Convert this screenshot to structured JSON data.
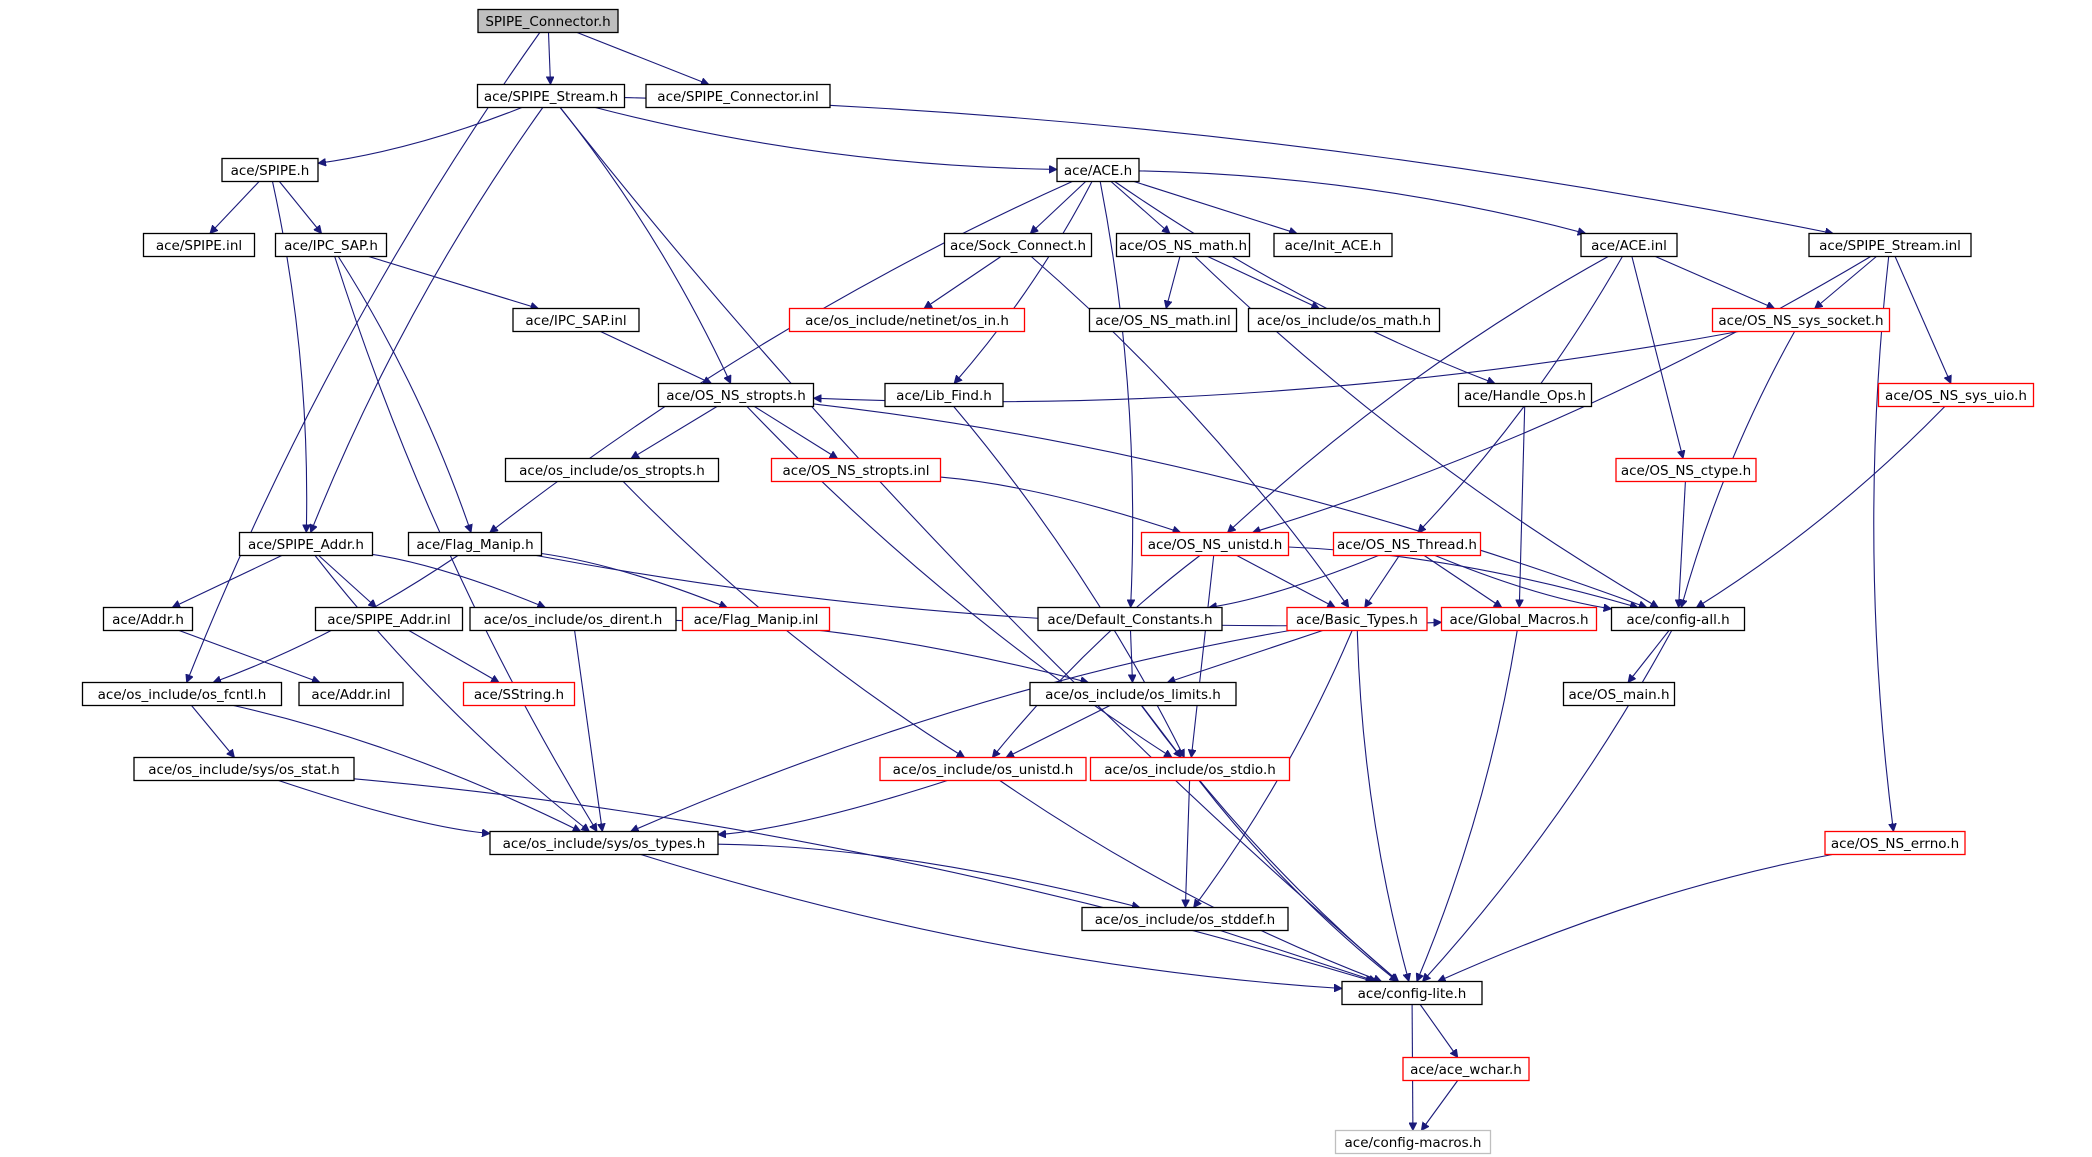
{
  "graph": {
    "colors": {
      "edge": "#1a1a7a",
      "normal": "#000000",
      "truncated": "#ff0000",
      "external": "#bfbfbf",
      "root_fill": "#bfbfbf"
    },
    "nodes": [
      {
        "id": "root",
        "label": "SPIPE_Connector.h",
        "kind": "root"
      },
      {
        "id": "spipe_stream_h",
        "label": "ace/SPIPE_Stream.h",
        "kind": "normal"
      },
      {
        "id": "spipe_connector_inl",
        "label": "ace/SPIPE_Connector.inl",
        "kind": "normal"
      },
      {
        "id": "spipe_h",
        "label": "ace/SPIPE.h",
        "kind": "normal"
      },
      {
        "id": "ace_h",
        "label": "ace/ACE.h",
        "kind": "normal"
      },
      {
        "id": "spipe_inl",
        "label": "ace/SPIPE.inl",
        "kind": "normal"
      },
      {
        "id": "ipc_sap_h",
        "label": "ace/IPC_SAP.h",
        "kind": "normal"
      },
      {
        "id": "sock_connect_h",
        "label": "ace/Sock_Connect.h",
        "kind": "normal"
      },
      {
        "id": "os_ns_math_h",
        "label": "ace/OS_NS_math.h",
        "kind": "normal"
      },
      {
        "id": "init_ace_h",
        "label": "ace/Init_ACE.h",
        "kind": "normal"
      },
      {
        "id": "ace_inl",
        "label": "ace/ACE.inl",
        "kind": "normal"
      },
      {
        "id": "spipe_stream_inl",
        "label": "ace/SPIPE_Stream.inl",
        "kind": "normal"
      },
      {
        "id": "ipc_sap_inl",
        "label": "ace/IPC_SAP.inl",
        "kind": "normal"
      },
      {
        "id": "netinet_in_h",
        "label": "ace/os_include/netinet/os_in.h",
        "kind": "truncated"
      },
      {
        "id": "os_ns_math_inl",
        "label": "ace/OS_NS_math.inl",
        "kind": "normal"
      },
      {
        "id": "os_math_h",
        "label": "ace/os_include/os_math.h",
        "kind": "normal"
      },
      {
        "id": "os_ns_sys_socket_h",
        "label": "ace/OS_NS_sys_socket.h",
        "kind": "truncated"
      },
      {
        "id": "os_ns_stropts_h",
        "label": "ace/OS_NS_stropts.h",
        "kind": "normal"
      },
      {
        "id": "lib_find_h",
        "label": "ace/Lib_Find.h",
        "kind": "normal"
      },
      {
        "id": "handle_ops_h",
        "label": "ace/Handle_Ops.h",
        "kind": "normal"
      },
      {
        "id": "os_ns_sys_uio_h",
        "label": "ace/OS_NS_sys_uio.h",
        "kind": "truncated"
      },
      {
        "id": "os_stropts_h",
        "label": "ace/os_include/os_stropts.h",
        "kind": "normal"
      },
      {
        "id": "os_ns_stropts_inl",
        "label": "ace/OS_NS_stropts.inl",
        "kind": "truncated"
      },
      {
        "id": "os_ns_ctype_h",
        "label": "ace/OS_NS_ctype.h",
        "kind": "truncated"
      },
      {
        "id": "spipe_addr_h",
        "label": "ace/SPIPE_Addr.h",
        "kind": "normal"
      },
      {
        "id": "flag_manip_h",
        "label": "ace/Flag_Manip.h",
        "kind": "normal"
      },
      {
        "id": "os_ns_unistd_h",
        "label": "ace/OS_NS_unistd.h",
        "kind": "truncated"
      },
      {
        "id": "os_ns_thread_h",
        "label": "ace/OS_NS_Thread.h",
        "kind": "truncated"
      },
      {
        "id": "addr_h",
        "label": "ace/Addr.h",
        "kind": "normal"
      },
      {
        "id": "spipe_addr_inl",
        "label": "ace/SPIPE_Addr.inl",
        "kind": "normal"
      },
      {
        "id": "os_dirent_h",
        "label": "ace/os_include/os_dirent.h",
        "kind": "normal"
      },
      {
        "id": "flag_manip_inl",
        "label": "ace/Flag_Manip.inl",
        "kind": "truncated"
      },
      {
        "id": "default_constants_h",
        "label": "ace/Default_Constants.h",
        "kind": "normal"
      },
      {
        "id": "basic_types_h",
        "label": "ace/Basic_Types.h",
        "kind": "truncated"
      },
      {
        "id": "global_macros_h",
        "label": "ace/Global_Macros.h",
        "kind": "truncated"
      },
      {
        "id": "config_all_h",
        "label": "ace/config-all.h",
        "kind": "normal"
      },
      {
        "id": "os_fcntl_h",
        "label": "ace/os_include/os_fcntl.h",
        "kind": "normal"
      },
      {
        "id": "addr_inl",
        "label": "ace/Addr.inl",
        "kind": "normal"
      },
      {
        "id": "sstring_h",
        "label": "ace/SString.h",
        "kind": "truncated"
      },
      {
        "id": "os_limits_h",
        "label": "ace/os_include/os_limits.h",
        "kind": "normal"
      },
      {
        "id": "os_main_h",
        "label": "ace/OS_main.h",
        "kind": "normal"
      },
      {
        "id": "sys_os_stat_h",
        "label": "ace/os_include/sys/os_stat.h",
        "kind": "normal"
      },
      {
        "id": "os_unistd_h",
        "label": "ace/os_include/os_unistd.h",
        "kind": "truncated"
      },
      {
        "id": "os_stdio_h",
        "label": "ace/os_include/os_stdio.h",
        "kind": "truncated"
      },
      {
        "id": "sys_os_types_h",
        "label": "ace/os_include/sys/os_types.h",
        "kind": "normal"
      },
      {
        "id": "os_ns_errno_h",
        "label": "ace/OS_NS_errno.h",
        "kind": "truncated"
      },
      {
        "id": "os_stddef_h",
        "label": "ace/os_include/os_stddef.h",
        "kind": "normal"
      },
      {
        "id": "config_lite_h",
        "label": "ace/config-lite.h",
        "kind": "normal"
      },
      {
        "id": "ace_wchar_h",
        "label": "ace/ace_wchar.h",
        "kind": "truncated"
      },
      {
        "id": "config_macros_h",
        "label": "ace/config-macros.h",
        "kind": "external"
      }
    ],
    "edges": [
      [
        "root",
        "spipe_stream_h"
      ],
      [
        "root",
        "spipe_connector_inl"
      ],
      [
        "root",
        "os_fcntl_h"
      ],
      [
        "spipe_stream_h",
        "spipe_h"
      ],
      [
        "spipe_stream_h",
        "ace_h"
      ],
      [
        "spipe_stream_h",
        "os_ns_stropts_h"
      ],
      [
        "spipe_stream_h",
        "spipe_addr_h"
      ],
      [
        "spipe_stream_h",
        "spipe_stream_inl"
      ],
      [
        "spipe_stream_h",
        "config_lite_h"
      ],
      [
        "spipe_h",
        "spipe_inl"
      ],
      [
        "spipe_h",
        "ipc_sap_h"
      ],
      [
        "spipe_h",
        "spipe_addr_h"
      ],
      [
        "ipc_sap_h",
        "ipc_sap_inl"
      ],
      [
        "ipc_sap_h",
        "flag_manip_h"
      ],
      [
        "ipc_sap_h",
        "sys_os_types_h"
      ],
      [
        "ipc_sap_inl",
        "os_ns_stropts_h"
      ],
      [
        "ace_h",
        "sock_connect_h"
      ],
      [
        "ace_h",
        "os_ns_math_h"
      ],
      [
        "ace_h",
        "init_ace_h"
      ],
      [
        "ace_h",
        "ace_inl"
      ],
      [
        "ace_h",
        "flag_manip_h"
      ],
      [
        "ace_h",
        "lib_find_h"
      ],
      [
        "ace_h",
        "handle_ops_h"
      ],
      [
        "ace_h",
        "default_constants_h"
      ],
      [
        "sock_connect_h",
        "netinet_in_h"
      ],
      [
        "sock_connect_h",
        "basic_types_h"
      ],
      [
        "os_ns_math_h",
        "os_ns_math_inl"
      ],
      [
        "os_ns_math_h",
        "os_math_h"
      ],
      [
        "os_ns_math_h",
        "config_all_h"
      ],
      [
        "ace_inl",
        "os_ns_sys_socket_h"
      ],
      [
        "ace_inl",
        "os_ns_unistd_h"
      ],
      [
        "ace_inl",
        "os_ns_thread_h"
      ],
      [
        "ace_inl",
        "os_ns_ctype_h"
      ],
      [
        "spipe_stream_inl",
        "os_ns_sys_socket_h"
      ],
      [
        "spipe_stream_inl",
        "os_ns_sys_uio_h"
      ],
      [
        "spipe_stream_inl",
        "os_ns_unistd_h"
      ],
      [
        "spipe_stream_inl",
        "os_ns_errno_h"
      ],
      [
        "os_ns_sys_socket_h",
        "os_ns_stropts_h"
      ],
      [
        "os_ns_sys_socket_h",
        "config_all_h"
      ],
      [
        "os_ns_sys_uio_h",
        "config_all_h"
      ],
      [
        "os_ns_ctype_h",
        "config_all_h"
      ],
      [
        "os_ns_stropts_h",
        "os_stropts_h"
      ],
      [
        "os_ns_stropts_h",
        "os_ns_stropts_inl"
      ],
      [
        "os_ns_stropts_h",
        "config_all_h"
      ],
      [
        "os_ns_stropts_h",
        "os_stdio_h"
      ],
      [
        "os_ns_stropts_inl",
        "os_ns_unistd_h"
      ],
      [
        "os_stropts_h",
        "os_unistd_h"
      ],
      [
        "lib_find_h",
        "os_stdio_h"
      ],
      [
        "handle_ops_h",
        "global_macros_h"
      ],
      [
        "spipe_addr_h",
        "addr_h"
      ],
      [
        "spipe_addr_h",
        "spipe_addr_inl"
      ],
      [
        "spipe_addr_h",
        "os_dirent_h"
      ],
      [
        "spipe_addr_h",
        "sys_os_types_h"
      ],
      [
        "addr_h",
        "addr_inl"
      ],
      [
        "spipe_addr_inl",
        "sstring_h"
      ],
      [
        "os_dirent_h",
        "os_limits_h"
      ],
      [
        "os_dirent_h",
        "sys_os_types_h"
      ],
      [
        "flag_manip_h",
        "flag_manip_inl"
      ],
      [
        "flag_manip_h",
        "global_macros_h"
      ],
      [
        "flag_manip_h",
        "os_fcntl_h"
      ],
      [
        "os_ns_unistd_h",
        "basic_types_h"
      ],
      [
        "os_ns_unistd_h",
        "config_all_h"
      ],
      [
        "os_ns_unistd_h",
        "os_unistd_h"
      ],
      [
        "os_ns_unistd_h",
        "os_stdio_h"
      ],
      [
        "os_ns_thread_h",
        "basic_types_h"
      ],
      [
        "os_ns_thread_h",
        "global_macros_h"
      ],
      [
        "os_ns_thread_h",
        "config_all_h"
      ],
      [
        "os_ns_thread_h",
        "default_constants_h"
      ],
      [
        "default_constants_h",
        "os_limits_h"
      ],
      [
        "basic_types_h",
        "os_limits_h"
      ],
      [
        "basic_types_h",
        "sys_os_types_h"
      ],
      [
        "basic_types_h",
        "os_stddef_h"
      ],
      [
        "basic_types_h",
        "config_lite_h"
      ],
      [
        "global_macros_h",
        "config_lite_h"
      ],
      [
        "config_all_h",
        "os_main_h"
      ],
      [
        "config_all_h",
        "config_lite_h"
      ],
      [
        "os_fcntl_h",
        "sys_os_stat_h"
      ],
      [
        "os_fcntl_h",
        "sys_os_types_h"
      ],
      [
        "sys_os_stat_h",
        "sys_os_types_h"
      ],
      [
        "sys_os_stat_h",
        "config_lite_h"
      ],
      [
        "os_limits_h",
        "os_unistd_h"
      ],
      [
        "os_limits_h",
        "os_stdio_h"
      ],
      [
        "os_limits_h",
        "config_lite_h"
      ],
      [
        "os_unistd_h",
        "sys_os_types_h"
      ],
      [
        "os_unistd_h",
        "config_lite_h"
      ],
      [
        "os_stdio_h",
        "os_stddef_h"
      ],
      [
        "os_stdio_h",
        "config_lite_h"
      ],
      [
        "sys_os_types_h",
        "os_stddef_h"
      ],
      [
        "sys_os_types_h",
        "config_lite_h"
      ],
      [
        "os_stddef_h",
        "config_lite_h"
      ],
      [
        "os_ns_errno_h",
        "config_lite_h"
      ],
      [
        "config_lite_h",
        "ace_wchar_h"
      ],
      [
        "config_lite_h",
        "config_macros_h"
      ],
      [
        "ace_wchar_h",
        "config_macros_h"
      ]
    ]
  }
}
